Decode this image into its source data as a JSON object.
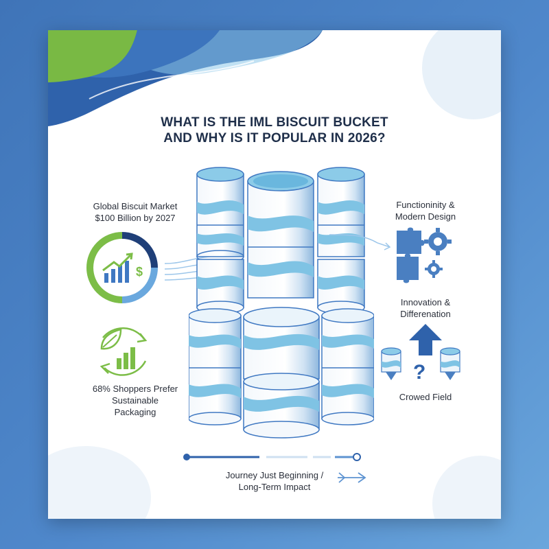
{
  "title": {
    "line1": "WHAT IS THE IML BISCUIT BUCKET",
    "line2": "AND WHY IS IT POPULAR IN 2026?"
  },
  "left": {
    "market": {
      "line1": "Global Biscuit Market",
      "line2": "$100 Billion by 2027"
    },
    "sustain": {
      "line1": "68% Shoppers Prefer",
      "line2": "Sustainable",
      "line3": "Packaging"
    }
  },
  "right": {
    "design": {
      "line1": "Functioninity &",
      "line2": "Modern Design"
    },
    "innovation": {
      "line1": "Innovation &",
      "line2": "Differenation"
    },
    "crowded": {
      "line1": "Crowed Field"
    }
  },
  "bottom": {
    "journey": {
      "line1": "Journey Just Beginning /",
      "line2": "Long-Term Impact"
    }
  },
  "colors": {
    "navy": "#1f2f4a",
    "blue": "#3f78c2",
    "light_blue": "#7fc3e4",
    "green": "#7cbd47",
    "puzzle": "#4a7fc1"
  },
  "icons": [
    "growth-chart-icon",
    "dollar-icon",
    "leaf-icon",
    "recycle-arrows-icon",
    "puzzle-icon",
    "gear-icon",
    "up-arrow-icon",
    "question-icon",
    "next-arrow-icon"
  ]
}
